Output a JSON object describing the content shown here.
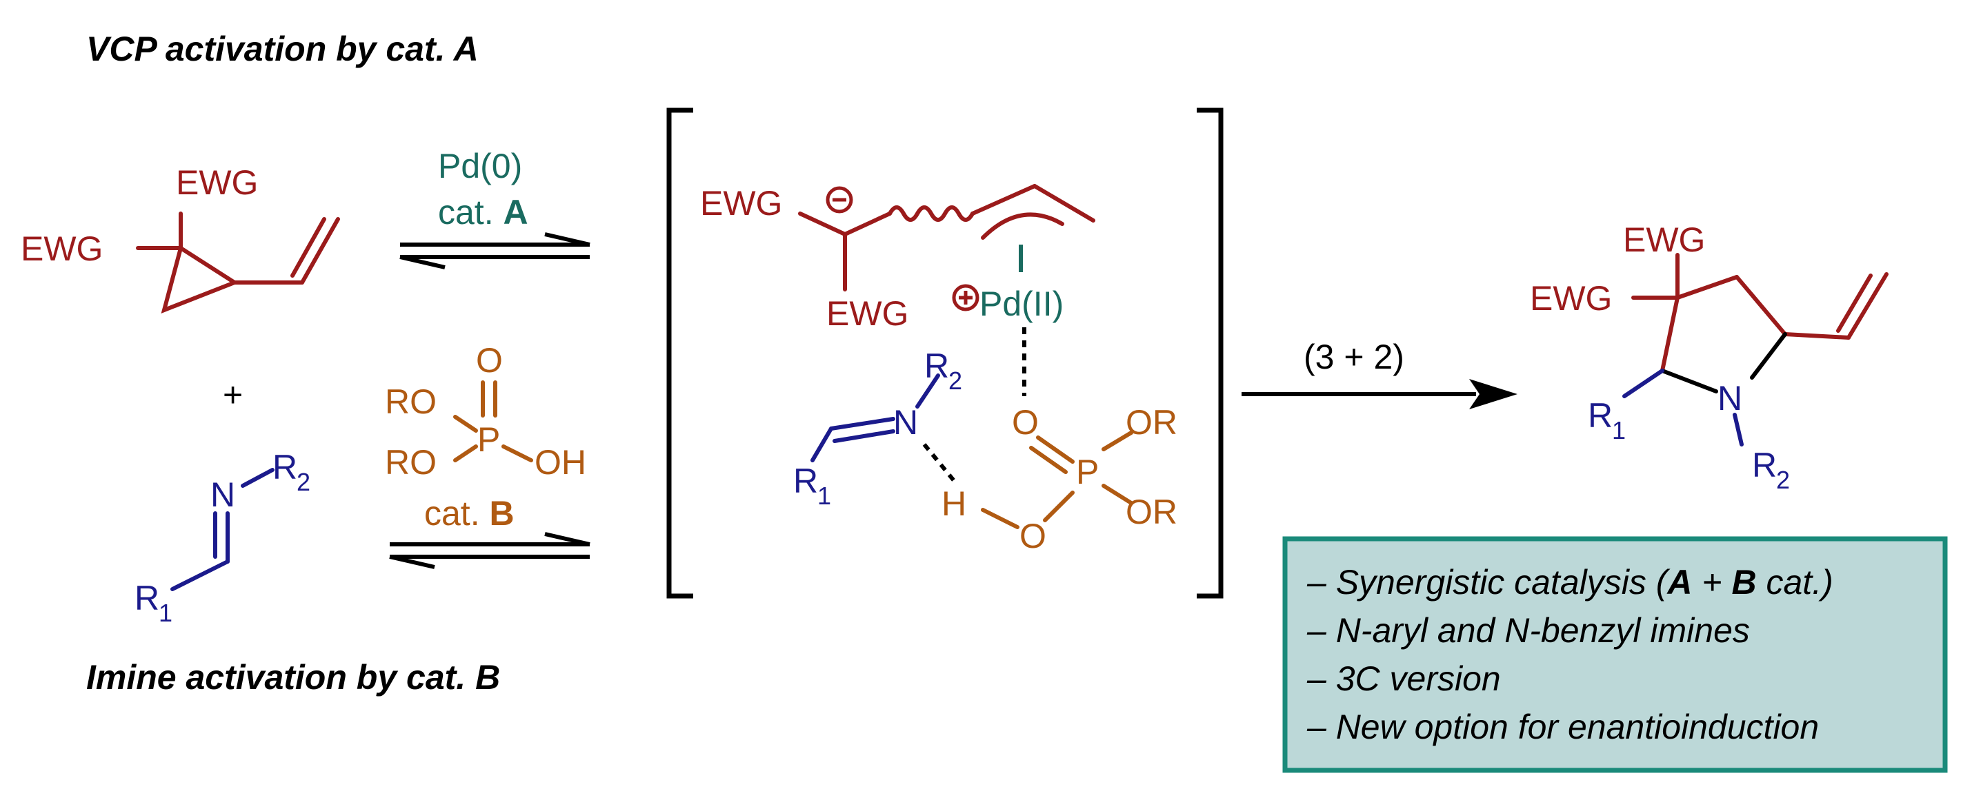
{
  "colors": {
    "vcp": "#9b1b1b",
    "imine": "#1b1b8c",
    "acid": "#b05a12",
    "pd": "#1a6b60",
    "box_border": "#1a8a7a",
    "box_fill": "#bcd8d8"
  },
  "headings": {
    "top": "VCP activation by cat. A",
    "bottom": "Imine activation by cat. B"
  },
  "reagents": {
    "ewg": "EWG",
    "pd0": "Pd(0)",
    "catA_prefix": "cat. ",
    "catA_letter": "A",
    "catB_prefix": "cat. ",
    "catB_letter": "B",
    "plus": "+",
    "ro": "RO",
    "o": "O",
    "p": "P",
    "oh": "OH",
    "n": "N",
    "r": "R",
    "sub1": "1",
    "sub2": "2",
    "h": "H",
    "or": "OR",
    "pd2": "Pd(II)",
    "minus": "−",
    "plus_sign": "+"
  },
  "arrow_label": "(3 + 2)",
  "box_items": [
    {
      "pre": "– Synergistic catalysis (",
      "a": "A",
      "mid": " + ",
      "b": "B",
      "post": " cat.)"
    },
    {
      "text": "– N-aryl and N-benzyl imines"
    },
    {
      "text": "– 3C version"
    },
    {
      "text": "– New option for enantioinduction"
    }
  ]
}
